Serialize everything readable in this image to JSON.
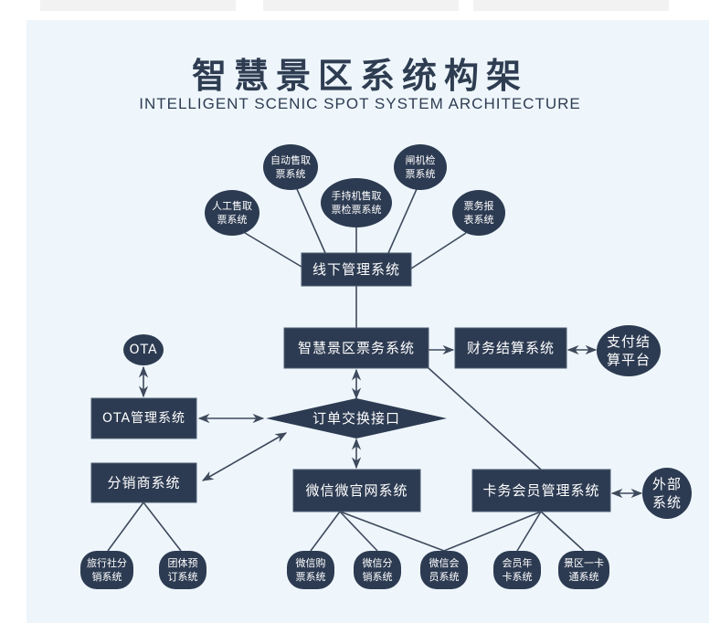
{
  "page": {
    "title": "智慧景区系统构架",
    "subtitle": "INTELLIGENT SCENIC SPOT SYSTEM ARCHITECTURE"
  },
  "colors": {
    "background": "#eef6fc",
    "node": "#2d3b52",
    "node_text": "#ffffff",
    "line": "#3e4a5c",
    "title": "#2f3d52"
  },
  "nodes": {
    "manual_ticket": {
      "lines": [
        "人工售取",
        "票系统"
      ]
    },
    "auto_ticket": {
      "lines": [
        "自动售取",
        "票系统"
      ]
    },
    "handheld_ticket": {
      "lines": [
        "手持机售取",
        "票检票系统"
      ]
    },
    "gate_check": {
      "lines": [
        "闸机检",
        "票系统"
      ]
    },
    "ticket_report": {
      "lines": [
        "票务报",
        "表系统"
      ]
    },
    "offline_mgmt": {
      "lines": [
        "线下管理系统"
      ]
    },
    "ticketing_system": {
      "lines": [
        "智慧景区票务系统"
      ]
    },
    "finance_settlement": {
      "lines": [
        "财务结算系统"
      ]
    },
    "payment_platform": {
      "lines": [
        "支付结",
        "算平台"
      ]
    },
    "ota": {
      "lines": [
        "OTA"
      ]
    },
    "ota_mgmt": {
      "lines": [
        "OTA管理系统"
      ]
    },
    "order_exchange": {
      "lines": [
        "订单交换接口"
      ]
    },
    "distributor": {
      "lines": [
        "分销商系统"
      ]
    },
    "wechat_site": {
      "lines": [
        "微信微官网系统"
      ]
    },
    "card_member": {
      "lines": [
        "卡务会员管理系统"
      ]
    },
    "external_system": {
      "lines": [
        "外部",
        "系统"
      ]
    },
    "travel_agency": {
      "lines": [
        "旅行社分",
        "销系统"
      ]
    },
    "group_booking": {
      "lines": [
        "团体预",
        "订系统"
      ]
    },
    "wechat_purchase": {
      "lines": [
        "微信购",
        "票系统"
      ]
    },
    "wechat_distribution": {
      "lines": [
        "微信分",
        "销系统"
      ]
    },
    "wechat_member": {
      "lines": [
        "微信会",
        "员系统"
      ]
    },
    "member_annual_card": {
      "lines": [
        "会员年",
        "卡系统"
      ]
    },
    "scenic_one_card": {
      "lines": [
        "景区一卡",
        "通系统"
      ]
    }
  },
  "edges": [
    {
      "from": "manual_ticket",
      "to": "offline_mgmt",
      "arrow": "none"
    },
    {
      "from": "auto_ticket",
      "to": "offline_mgmt",
      "arrow": "none"
    },
    {
      "from": "handheld_ticket",
      "to": "offline_mgmt",
      "arrow": "none"
    },
    {
      "from": "gate_check",
      "to": "offline_mgmt",
      "arrow": "none"
    },
    {
      "from": "ticket_report",
      "to": "offline_mgmt",
      "arrow": "none"
    },
    {
      "from": "offline_mgmt",
      "to": "ticketing_system",
      "arrow": "none"
    },
    {
      "from": "ticketing_system",
      "to": "finance_settlement",
      "arrow": "forward"
    },
    {
      "from": "finance_settlement",
      "to": "payment_platform",
      "arrow": "both"
    },
    {
      "from": "ticketing_system",
      "to": "order_exchange",
      "arrow": "both"
    },
    {
      "from": "ticketing_system",
      "to": "card_member",
      "arrow": "none"
    },
    {
      "from": "ota",
      "to": "ota_mgmt",
      "arrow": "both"
    },
    {
      "from": "ota_mgmt",
      "to": "order_exchange",
      "arrow": "both"
    },
    {
      "from": "distributor",
      "to": "order_exchange",
      "arrow": "both"
    },
    {
      "from": "order_exchange",
      "to": "wechat_site",
      "arrow": "both"
    },
    {
      "from": "card_member",
      "to": "external_system",
      "arrow": "both"
    },
    {
      "from": "distributor",
      "to": "travel_agency",
      "arrow": "none"
    },
    {
      "from": "distributor",
      "to": "group_booking",
      "arrow": "none"
    },
    {
      "from": "wechat_site",
      "to": "wechat_purchase",
      "arrow": "none"
    },
    {
      "from": "wechat_site",
      "to": "wechat_distribution",
      "arrow": "none"
    },
    {
      "from": "wechat_site",
      "to": "wechat_member",
      "arrow": "none"
    },
    {
      "from": "card_member",
      "to": "wechat_member",
      "arrow": "none"
    },
    {
      "from": "card_member",
      "to": "member_annual_card",
      "arrow": "none"
    },
    {
      "from": "card_member",
      "to": "scenic_one_card",
      "arrow": "none"
    }
  ]
}
